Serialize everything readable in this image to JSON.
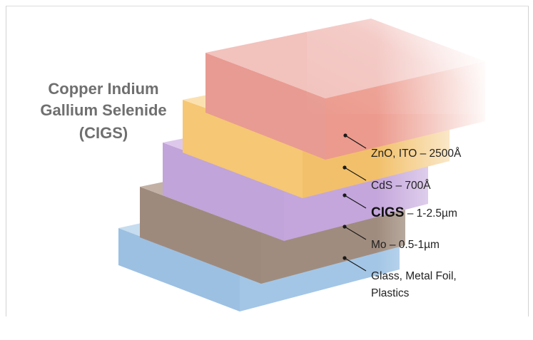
{
  "title": {
    "line1": "Copper Indium",
    "line2": "Gallium Selenide",
    "line3": "(CIGS)"
  },
  "layers": [
    {
      "key": "zno",
      "label": "ZnO, ITO – 2500Å",
      "top_color": "#f2c2bd",
      "front_color": "#e89b92",
      "side_color": "#ec9a8d"
    },
    {
      "key": "cds",
      "label": "CdS – 700Å",
      "top_color": "#fbe1b0",
      "front_color": "#f6c774",
      "side_color": "#f2c06a"
    },
    {
      "key": "cigs",
      "label_strong": "CIGS",
      "label_rest": " – 1-2.5µm",
      "top_color": "#ddc8ec",
      "front_color": "#c1a4d9",
      "side_color": "#c4a6dc"
    },
    {
      "key": "mo",
      "label": "Mo – 0.5-1µm",
      "top_color": "#c2b1a4",
      "front_color": "#9e8a7d",
      "side_color": "#a08c7e"
    },
    {
      "key": "substrate",
      "label_line1": "Glass, Metal Foil,",
      "label_line2": "Plastics",
      "top_color": "#c6dcef",
      "front_color": "#9cc0e2",
      "side_color": "#a3c6e6"
    }
  ]
}
